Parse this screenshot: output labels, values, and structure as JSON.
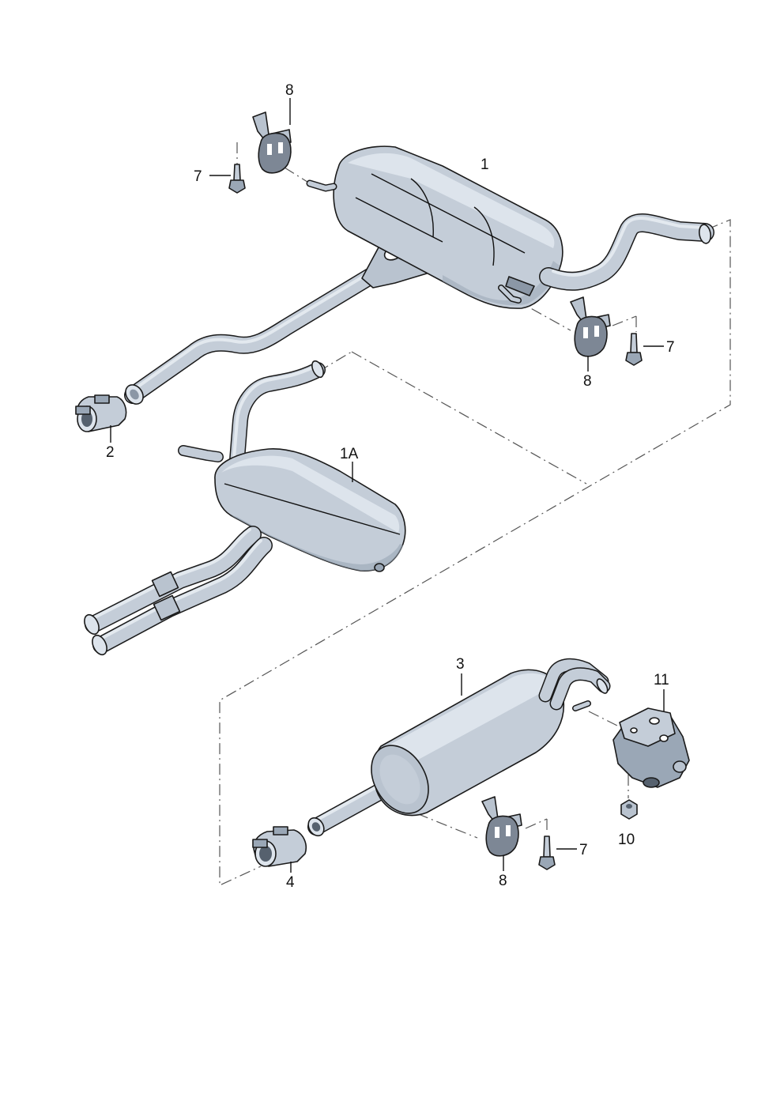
{
  "diagram": {
    "colors": {
      "part_fill": "#c4cdd8",
      "part_light": "#dde4ec",
      "part_dark": "#9aa7b6",
      "rubber": "#7d8795",
      "line": "#1a1a1a",
      "dash": "#555555"
    },
    "callouts": [
      {
        "id": "1",
        "label": "1"
      },
      {
        "id": "1A",
        "label": "1A"
      },
      {
        "id": "2",
        "label": "2"
      },
      {
        "id": "3",
        "label": "3"
      },
      {
        "id": "4",
        "label": "4"
      },
      {
        "id": "7a",
        "label": "7"
      },
      {
        "id": "7b",
        "label": "7"
      },
      {
        "id": "7c",
        "label": "7"
      },
      {
        "id": "8a",
        "label": "8"
      },
      {
        "id": "8b",
        "label": "8"
      },
      {
        "id": "8c",
        "label": "8"
      },
      {
        "id": "10",
        "label": "10"
      },
      {
        "id": "11",
        "label": "11"
      }
    ]
  }
}
